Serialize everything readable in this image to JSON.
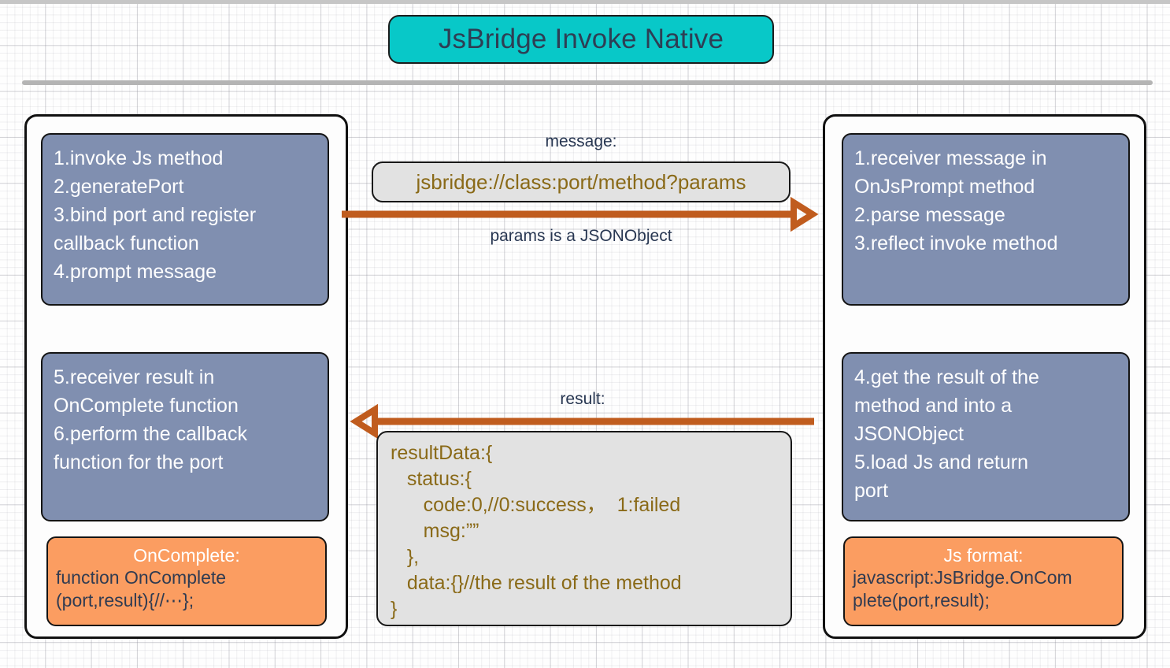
{
  "title": "JsBridge Invoke Native",
  "colors": {
    "title_pill": "#08C8C8",
    "step_box": "#808FB0",
    "note_box": "#FB9D61",
    "bubble": "#E2E2E2",
    "arrow": "#C05C1E",
    "bubble_text": "#8A6A18",
    "caption_text": "#283752"
  },
  "left_panel": {
    "step_box_top": "1.invoke Js method\n2.generatePort\n3.bind port and register\ncallback function\n4.prompt message",
    "step_box_bottom": "5.receiver result in\nOnComplete function\n6.perform the callback\nfunction for the port",
    "note": {
      "title": "OnComplete:",
      "body": "function OnComplete\n(port,result){//⋯};"
    }
  },
  "right_panel": {
    "step_box_top": "1.receiver message in\nOnJsPrompt method\n2.parse message\n3.reflect invoke method",
    "step_box_bottom": "4.get the result of the\nmethod and into a\nJSONObject\n5.load Js and return\nport",
    "note": {
      "title": "Js format:",
      "body": "javascript:JsBridge.OnCom\nplete(port,result);"
    }
  },
  "center": {
    "message_caption": "message:",
    "message_value": "jsbridge://class:port/method?params",
    "params_caption": "params is a JSONObject",
    "result_caption": "result:",
    "result_value": "resultData:{\n   status:{\n      code:0,//0:success，  1:failed\n      msg:””\n   },\n   data:{}//the result of the method\n}"
  },
  "arrows": {
    "top_direction": "right",
    "bottom_direction": "left"
  }
}
